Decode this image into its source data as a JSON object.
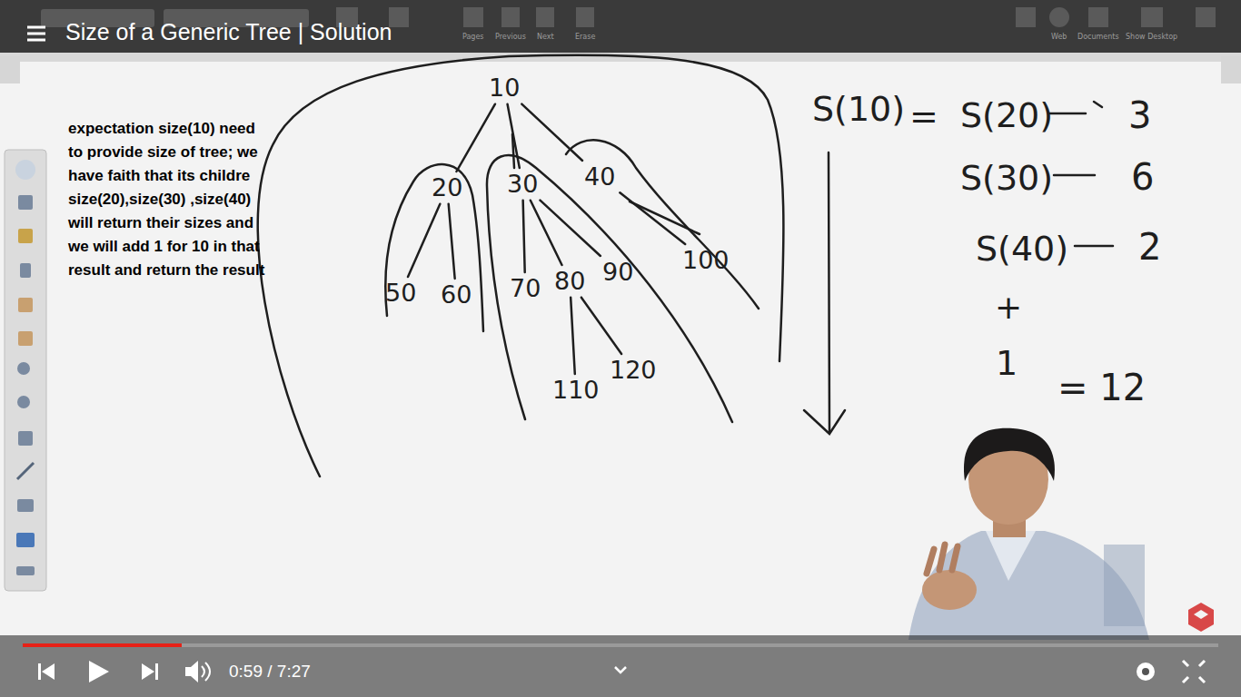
{
  "diagram": {
    "title": "Size of a Generic Tree | Solution",
    "nodes": [
      {
        "text": [
          "10"
        ]
      },
      {
        "text": [
          "20"
        ]
      },
      {
        "text": [
          "30"
        ]
      },
      {
        "text": [
          "40"
        ]
      },
      {
        "text": [
          "50"
        ]
      },
      {
        "text": [
          "60"
        ]
      },
      {
        "text": [
          "70"
        ]
      },
      {
        "text": [
          "80"
        ]
      },
      {
        "text": [
          "90"
        ]
      },
      {
        "text": [
          "100"
        ]
      },
      {
        "text": [
          "110"
        ]
      },
      {
        "text": [
          "120"
        ]
      }
    ],
    "edges": [
      {
        "from": 0,
        "to": 1,
        "arrow": "none"
      },
      {
        "from": 0,
        "to": 2,
        "arrow": "none"
      },
      {
        "from": 0,
        "to": 3,
        "arrow": "none"
      },
      {
        "from": 1,
        "to": 4,
        "arrow": "none"
      },
      {
        "from": 1,
        "to": 5,
        "arrow": "none"
      },
      {
        "from": 2,
        "to": 6,
        "arrow": "none"
      },
      {
        "from": 2,
        "to": 7,
        "arrow": "none"
      },
      {
        "from": 2,
        "to": 8,
        "arrow": "none"
      },
      {
        "from": 3,
        "to": 9,
        "arrow": "none"
      },
      {
        "from": 7,
        "to": 10,
        "arrow": "none"
      },
      {
        "from": 7,
        "to": 11,
        "arrow": "none"
      }
    ],
    "labels": [
      "expectation size(10) need to provide size of tree; we have faith that its childre size(20),size(30) ,size(40) will return their sizes and we will add 1 for 10 in that result and return the result",
      "S(10)",
      "=",
      "S(20)",
      "3",
      "S(30)",
      "6",
      "S(40)",
      "2",
      "+",
      "1",
      "= 12",
      "0:59 / 7:27",
      "Pages",
      "Previous",
      "Next",
      "Erase",
      "Web",
      "Documents",
      "Show Desktop"
    ]
  }
}
